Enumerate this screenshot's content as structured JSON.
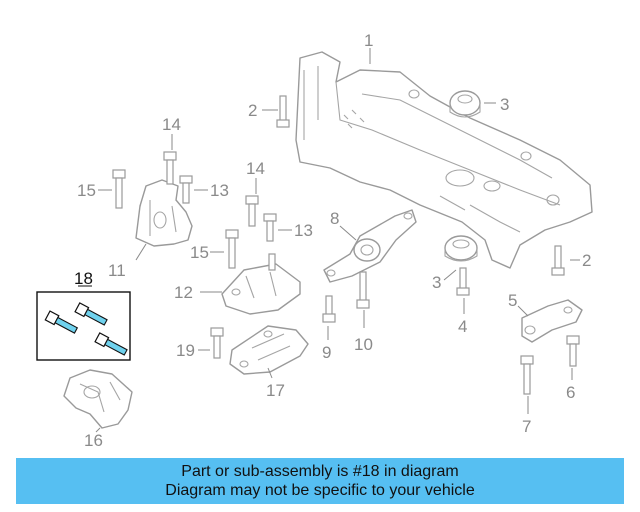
{
  "labels": {
    "p1": "1",
    "p2a": "2",
    "p2b": "2",
    "p3a": "3",
    "p3b": "3",
    "p4": "4",
    "p5": "5",
    "p6": "6",
    "p7": "7",
    "p8": "8",
    "p9": "9",
    "p10": "10",
    "p11": "11",
    "p12": "12",
    "p13a": "13",
    "p13b": "13",
    "p14a": "14",
    "p14b": "14",
    "p15a": "15",
    "p15b": "15",
    "p16": "16",
    "p17": "17",
    "p18": "18",
    "p19": "19"
  },
  "highlight_color": "#111111",
  "banner": {
    "line1": "Part or sub-assembly is #18 in diagram",
    "line2": "Diagram may not be specific to your vehicle",
    "background": "#56bff2"
  }
}
